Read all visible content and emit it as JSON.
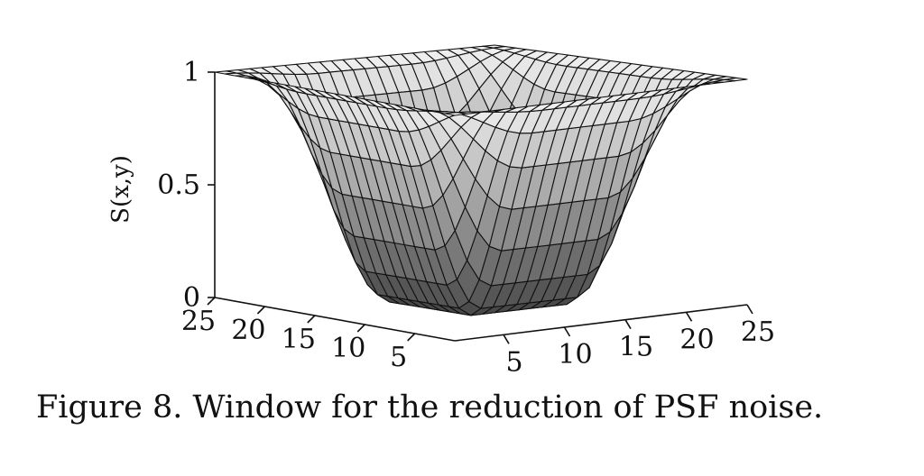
{
  "chart_data": {
    "type": "surface3d",
    "title": "",
    "zlabel": "S(x,y)",
    "z_ticks": [
      "1",
      "0.5",
      "0"
    ],
    "x_ticks": [
      "5",
      "10",
      "15",
      "20",
      "25"
    ],
    "y_ticks": [
      "25",
      "20",
      "15",
      "10",
      "5"
    ],
    "x_range": [
      1,
      25
    ],
    "y_range": [
      1,
      25
    ],
    "zlim": [
      0,
      1
    ],
    "grid_size": 25,
    "window": {
      "shape": "separable raised-cosine tapered window, 0 in the centre rising to 1 at the edges",
      "flat_radius": 4,
      "taper_width": 8
    },
    "colormap": "gray"
  },
  "caption": "Figure 8. Window for the reduction of PSF noise."
}
